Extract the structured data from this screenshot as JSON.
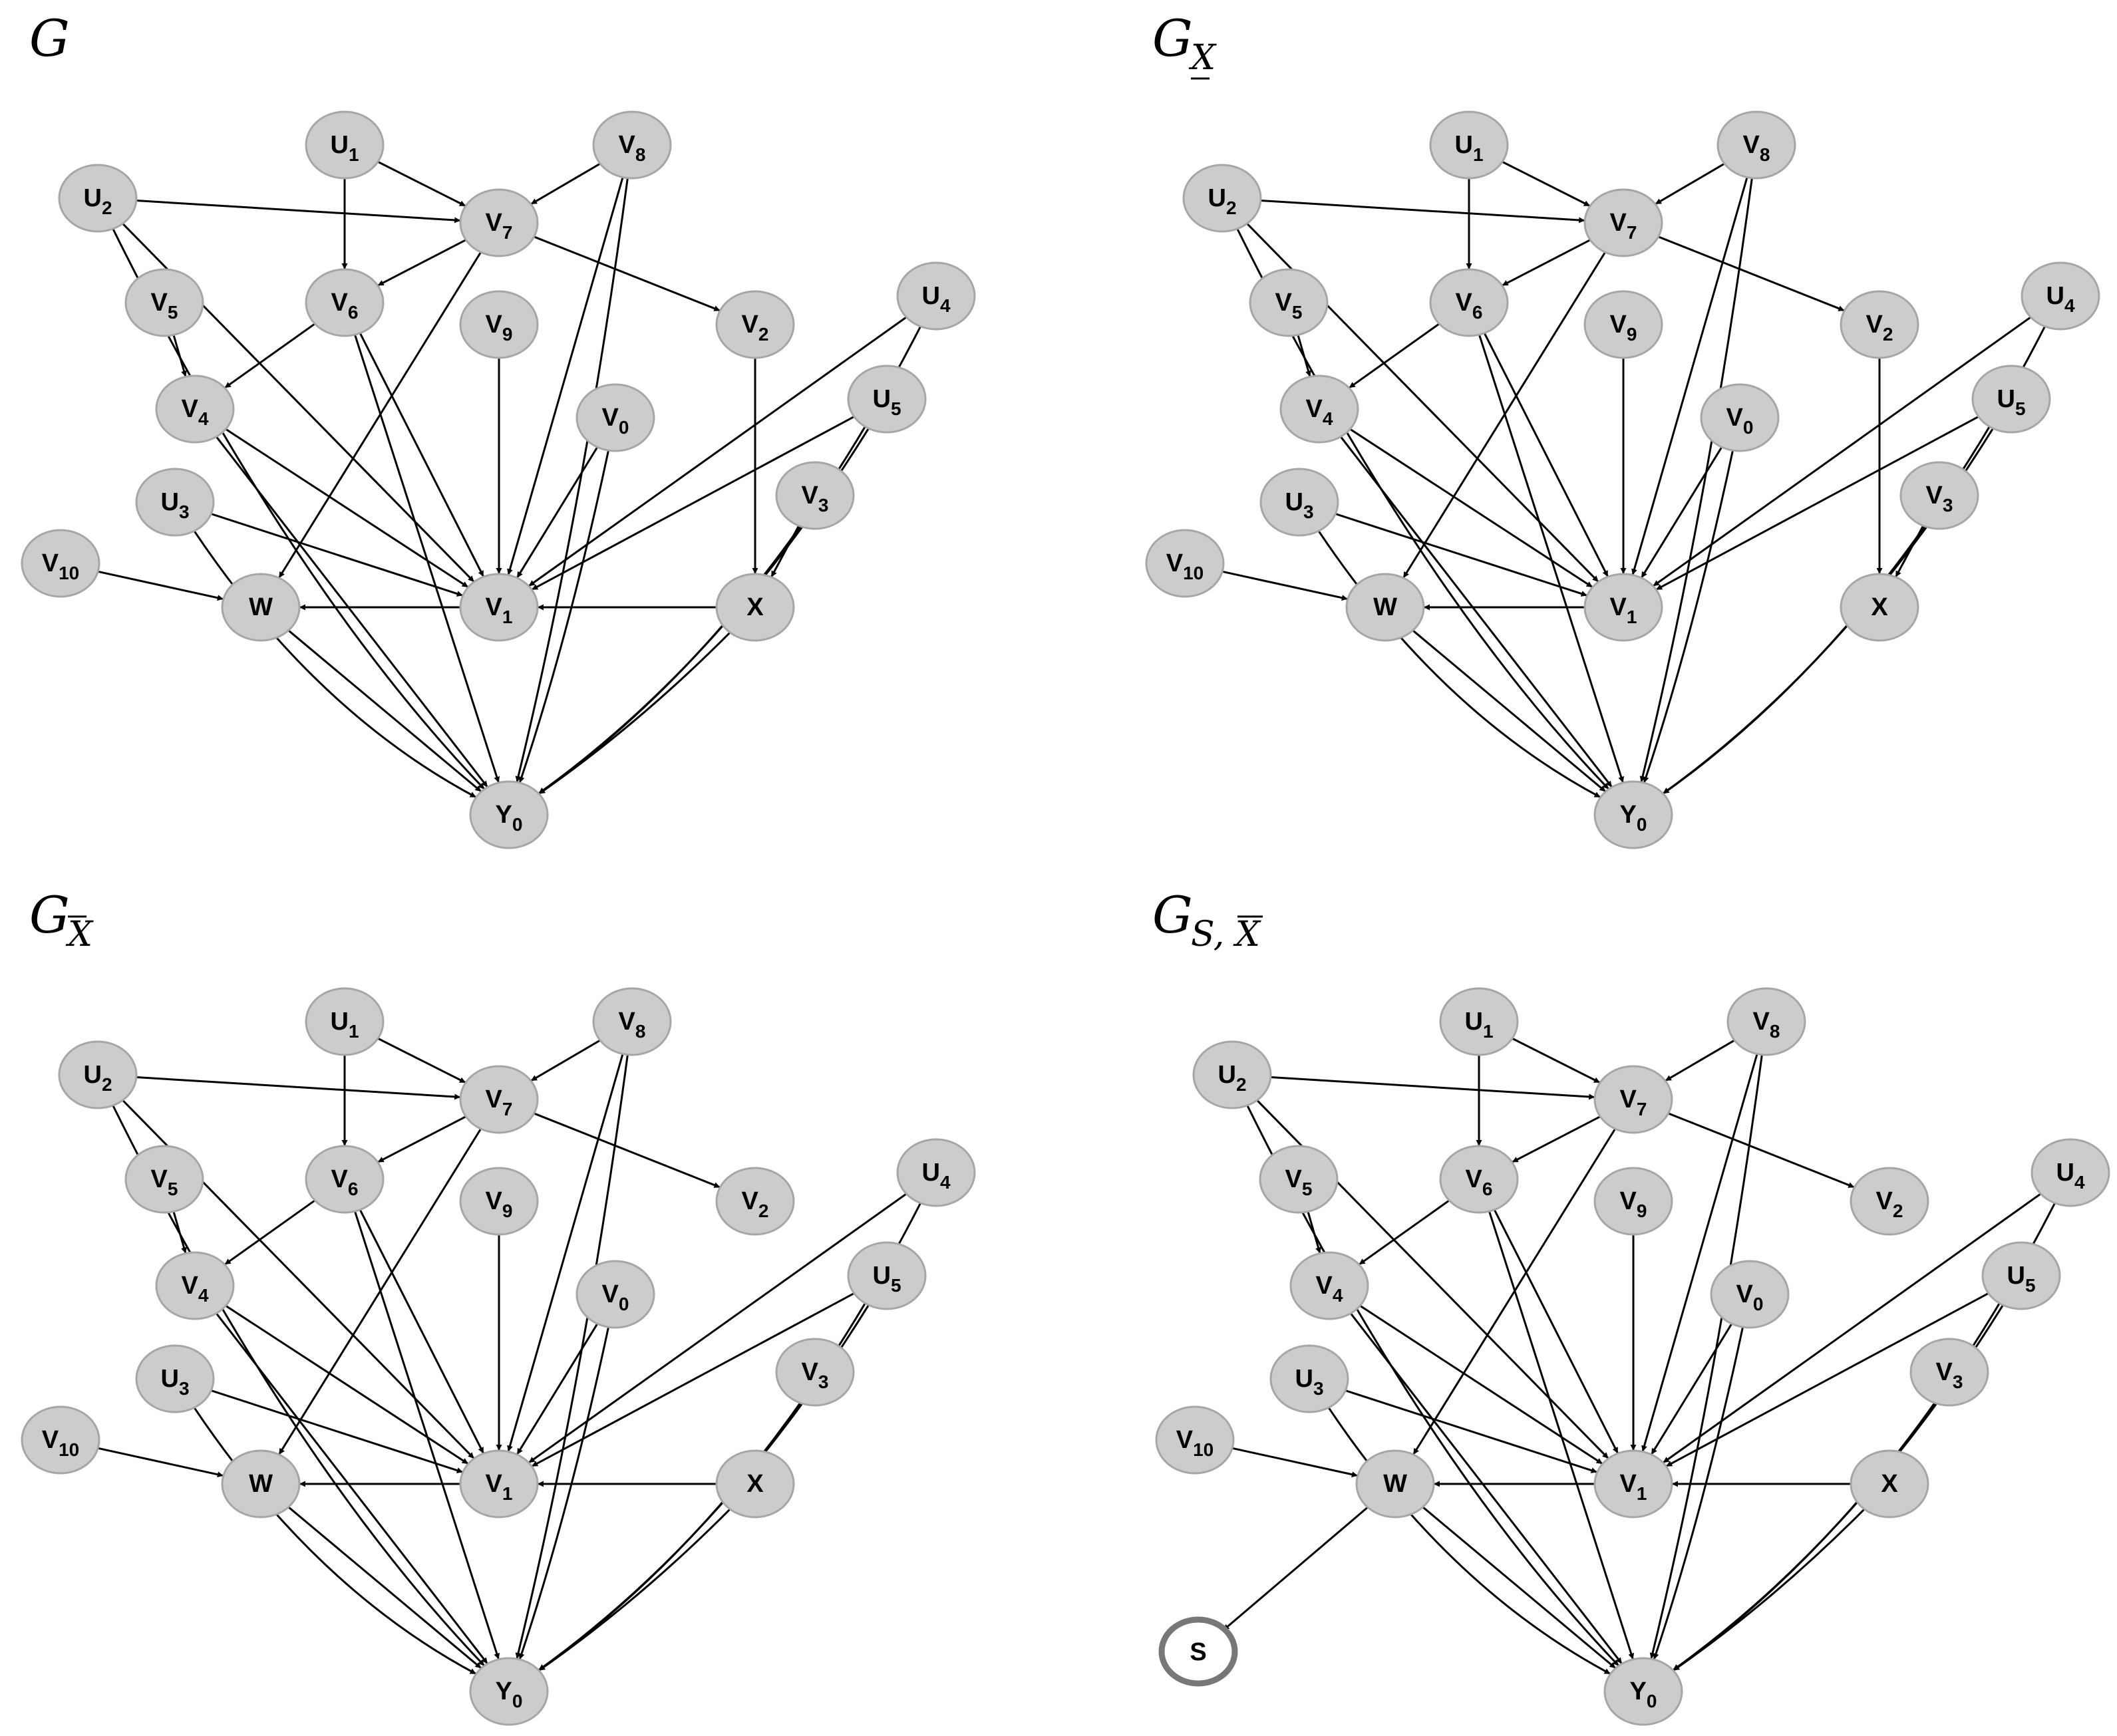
{
  "nodes": [
    {
      "id": "U1",
      "base": "U",
      "sub": "1"
    },
    {
      "id": "V8",
      "base": "V",
      "sub": "8"
    },
    {
      "id": "U2",
      "base": "U",
      "sub": "2"
    },
    {
      "id": "V7",
      "base": "V",
      "sub": "7"
    },
    {
      "id": "V5",
      "base": "V",
      "sub": "5"
    },
    {
      "id": "V6",
      "base": "V",
      "sub": "6"
    },
    {
      "id": "V9",
      "base": "V",
      "sub": "9"
    },
    {
      "id": "V2",
      "base": "V",
      "sub": "2"
    },
    {
      "id": "U4",
      "base": "U",
      "sub": "4"
    },
    {
      "id": "V4",
      "base": "V",
      "sub": "4"
    },
    {
      "id": "V0",
      "base": "V",
      "sub": "0"
    },
    {
      "id": "U5",
      "base": "U",
      "sub": "5"
    },
    {
      "id": "U3",
      "base": "U",
      "sub": "3"
    },
    {
      "id": "V3",
      "base": "V",
      "sub": "3"
    },
    {
      "id": "V10",
      "base": "V",
      "sub": "10"
    },
    {
      "id": "W",
      "base": "W",
      "sub": ""
    },
    {
      "id": "V1",
      "base": "V",
      "sub": "1"
    },
    {
      "id": "X",
      "base": "X",
      "sub": ""
    },
    {
      "id": "Y0",
      "base": "Y",
      "sub": "0"
    }
  ],
  "selection_node": {
    "id": "S",
    "label": "S"
  },
  "graphs": [
    {
      "id": "G",
      "title_main": "G",
      "title_sub": "",
      "sub_mark": "none",
      "edges": [
        [
          "U1",
          "V7"
        ],
        [
          "U1",
          "V6"
        ],
        [
          "V8",
          "V7"
        ],
        [
          "V8",
          "V1"
        ],
        [
          "V8",
          "Y0"
        ],
        [
          "U2",
          "V7"
        ],
        [
          "U2",
          "V1"
        ],
        [
          "U2",
          "Y0"
        ],
        [
          "V7",
          "V6"
        ],
        [
          "V7",
          "V2"
        ],
        [
          "V7",
          "W"
        ],
        [
          "V5",
          "V4"
        ],
        [
          "V6",
          "V4"
        ],
        [
          "V6",
          "V1"
        ],
        [
          "V6",
          "Y0"
        ],
        [
          "V9",
          "V1"
        ],
        [
          "V2",
          "X"
        ],
        [
          "U4",
          "V1"
        ],
        [
          "U4",
          "Y0"
        ],
        [
          "V4",
          "V1"
        ],
        [
          "V4",
          "Y0"
        ],
        [
          "V0",
          "V1"
        ],
        [
          "V0",
          "Y0"
        ],
        [
          "U5",
          "V1"
        ],
        [
          "U5",
          "Y0"
        ],
        [
          "U3",
          "V1"
        ],
        [
          "U3",
          "Y0"
        ],
        [
          "V3",
          "X"
        ],
        [
          "V10",
          "W"
        ],
        [
          "V1",
          "W"
        ],
        [
          "W",
          "Y0"
        ],
        [
          "X",
          "V1"
        ],
        [
          "X",
          "Y0"
        ]
      ]
    },
    {
      "id": "G_underX",
      "title_main": "G",
      "title_sub": "X",
      "sub_mark": "underline",
      "edges": [
        [
          "U1",
          "V7"
        ],
        [
          "U1",
          "V6"
        ],
        [
          "V8",
          "V7"
        ],
        [
          "V8",
          "V1"
        ],
        [
          "V8",
          "Y0"
        ],
        [
          "U2",
          "V7"
        ],
        [
          "U2",
          "V1"
        ],
        [
          "U2",
          "Y0"
        ],
        [
          "V7",
          "V6"
        ],
        [
          "V7",
          "V2"
        ],
        [
          "V7",
          "W"
        ],
        [
          "V5",
          "V4"
        ],
        [
          "V6",
          "V4"
        ],
        [
          "V6",
          "V1"
        ],
        [
          "V6",
          "Y0"
        ],
        [
          "V9",
          "V1"
        ],
        [
          "V2",
          "X"
        ],
        [
          "U4",
          "V1"
        ],
        [
          "U4",
          "Y0"
        ],
        [
          "V4",
          "V1"
        ],
        [
          "V4",
          "Y0"
        ],
        [
          "V0",
          "V1"
        ],
        [
          "V0",
          "Y0"
        ],
        [
          "U5",
          "V1"
        ],
        [
          "U5",
          "Y0"
        ],
        [
          "U3",
          "V1"
        ],
        [
          "U3",
          "Y0"
        ],
        [
          "V3",
          "X"
        ],
        [
          "V10",
          "W"
        ],
        [
          "V1",
          "W"
        ],
        [
          "W",
          "Y0"
        ]
      ]
    },
    {
      "id": "G_overX",
      "title_main": "G",
      "title_sub": "X",
      "sub_mark": "overline",
      "edges": [
        [
          "U1",
          "V7"
        ],
        [
          "U1",
          "V6"
        ],
        [
          "V8",
          "V7"
        ],
        [
          "V8",
          "V1"
        ],
        [
          "V8",
          "Y0"
        ],
        [
          "U2",
          "V7"
        ],
        [
          "U2",
          "V1"
        ],
        [
          "U2",
          "Y0"
        ],
        [
          "V7",
          "V6"
        ],
        [
          "V7",
          "V2"
        ],
        [
          "V7",
          "W"
        ],
        [
          "V5",
          "V4"
        ],
        [
          "V6",
          "V4"
        ],
        [
          "V6",
          "V1"
        ],
        [
          "V6",
          "Y0"
        ],
        [
          "V9",
          "V1"
        ],
        [
          "U4",
          "V1"
        ],
        [
          "U4",
          "Y0"
        ],
        [
          "V4",
          "V1"
        ],
        [
          "V4",
          "Y0"
        ],
        [
          "V0",
          "V1"
        ],
        [
          "V0",
          "Y0"
        ],
        [
          "U5",
          "V1"
        ],
        [
          "U5",
          "Y0"
        ],
        [
          "U3",
          "V1"
        ],
        [
          "U3",
          "Y0"
        ],
        [
          "V10",
          "W"
        ],
        [
          "V1",
          "W"
        ],
        [
          "W",
          "Y0"
        ],
        [
          "X",
          "V1"
        ],
        [
          "X",
          "Y0"
        ]
      ]
    },
    {
      "id": "G_S_overX",
      "title_main": "G",
      "title_sub": "S, X",
      "sub_mark": "overline-last",
      "edges": [
        [
          "U1",
          "V7"
        ],
        [
          "U1",
          "V6"
        ],
        [
          "V8",
          "V7"
        ],
        [
          "V8",
          "V1"
        ],
        [
          "V8",
          "Y0"
        ],
        [
          "U2",
          "V7"
        ],
        [
          "U2",
          "V1"
        ],
        [
          "U2",
          "Y0"
        ],
        [
          "V7",
          "V6"
        ],
        [
          "V7",
          "V2"
        ],
        [
          "V7",
          "W"
        ],
        [
          "V5",
          "V4"
        ],
        [
          "V6",
          "V4"
        ],
        [
          "V6",
          "V1"
        ],
        [
          "V6",
          "Y0"
        ],
        [
          "V9",
          "V1"
        ],
        [
          "U4",
          "V1"
        ],
        [
          "U4",
          "Y0"
        ],
        [
          "V4",
          "V1"
        ],
        [
          "V4",
          "Y0"
        ],
        [
          "V0",
          "V1"
        ],
        [
          "V0",
          "Y0"
        ],
        [
          "U5",
          "V1"
        ],
        [
          "U5",
          "Y0"
        ],
        [
          "U3",
          "V1"
        ],
        [
          "U3",
          "Y0"
        ],
        [
          "V10",
          "W"
        ],
        [
          "V1",
          "W"
        ],
        [
          "W",
          "Y0"
        ],
        [
          "X",
          "V1"
        ],
        [
          "X",
          "Y0"
        ],
        [
          "W",
          "S"
        ]
      ],
      "has_selection": true
    }
  ]
}
